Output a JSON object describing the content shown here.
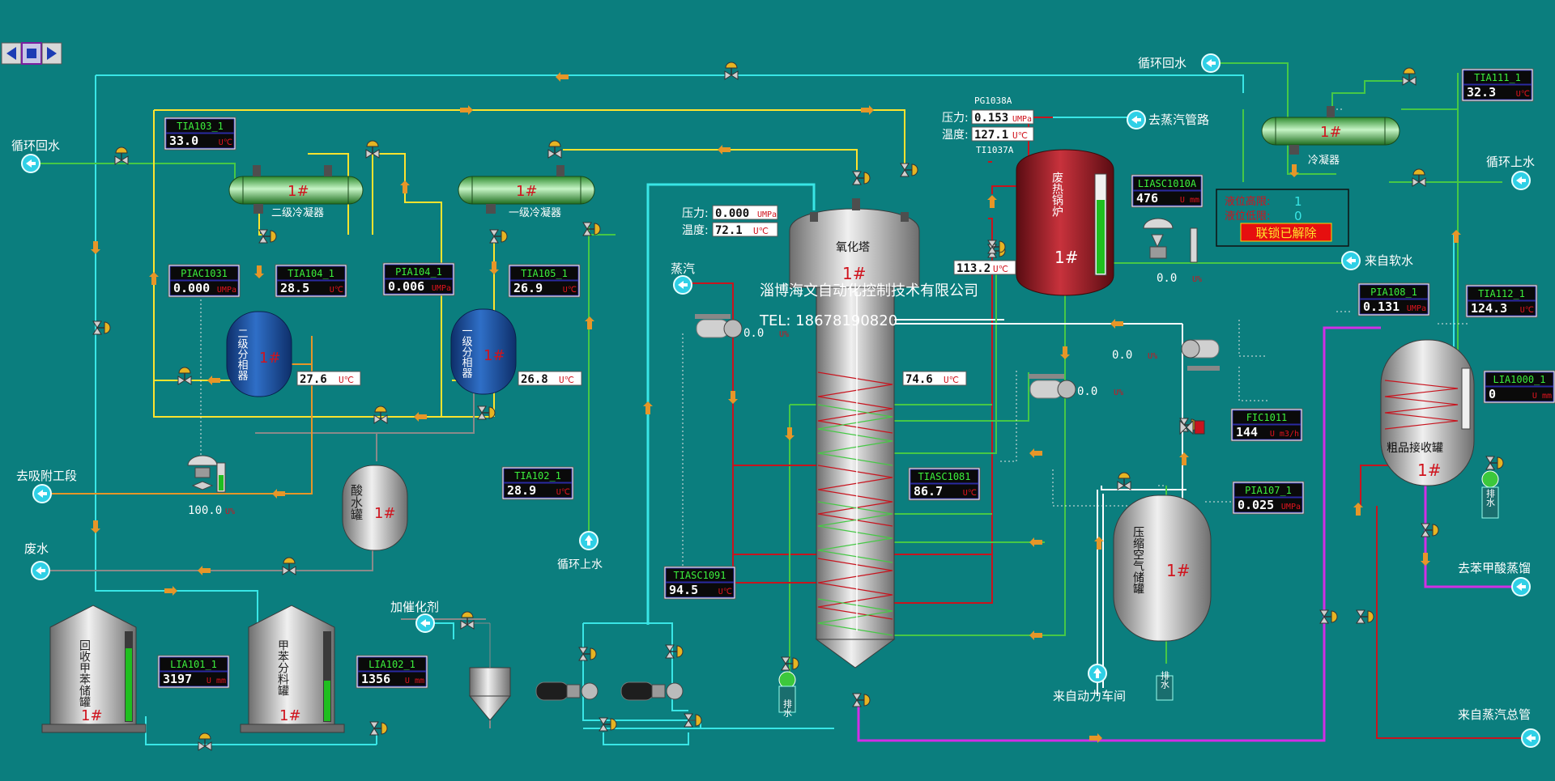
{
  "nav": {
    "prev": "◀",
    "stop": "■",
    "next": "▶"
  },
  "company": {
    "name": "淄博海文自动化控制技术有限公司",
    "tel": "TEL: 18678190820"
  },
  "common": {
    "tag": "1#",
    "unit_c": "U℃",
    "unit_mpa": "UMPa",
    "unit_mm": "U mm",
    "unit_pct": "U%",
    "unit_flow": "U m3/h"
  },
  "streams": {
    "cw_return_left": "循环回水",
    "cw_return_top": "循环回水",
    "cw_supply_mid": "循环上水",
    "cw_supply_right": "循环上水",
    "to_adsorb": "去吸附工段",
    "waste_water": "废水",
    "catalyst": "加催化剂",
    "steam": "蒸汽",
    "to_steam_line": "去蒸汽管路",
    "soft_water": "来自软水",
    "from_power": "来自动力车间",
    "to_benzoic": "去苯甲酸蒸馏",
    "from_steam_main": "来自蒸汽总管"
  },
  "equipment": {
    "secondary_condenser": "二级冷凝器",
    "primary_condenser": "一级冷凝器",
    "secondary_separator": "二级分相器",
    "primary_separator": "一级分相器",
    "acid_tank": "酸水罐",
    "recycled_toluene_tank": "回收甲苯储罐",
    "toluene_feed_tank": "甲苯分料罐",
    "oxidation_tower": "氧化塔",
    "waste_heat_boiler": "废热锅炉",
    "condenser_right": "冷凝器",
    "air_tank": "压缩空气储罐",
    "crude_tank": "粗品接收罐",
    "drain": "排水"
  },
  "boxes": {
    "tia103": {
      "tag": "TIA103_1",
      "value": "33.0"
    },
    "piac1031": {
      "tag": "PIAC1031",
      "value": "0.000"
    },
    "tia104": {
      "tag": "TIA104_1",
      "value": "28.5"
    },
    "pia104": {
      "tag": "PIA104_1",
      "value": "0.006"
    },
    "tia105": {
      "tag": "TIA105_1",
      "value": "26.9"
    },
    "tia102": {
      "tag": "TIA102_1",
      "value": "28.9"
    },
    "liasc1010": {
      "tag": "LIASC1010A",
      "value": "476"
    },
    "tia111": {
      "tag": "TIA111_1",
      "value": "32.3"
    },
    "pia108": {
      "tag": "PIA108_1",
      "value": "0.131"
    },
    "tia112": {
      "tag": "TIA112_1",
      "value": "124.3"
    },
    "lia1000": {
      "tag": "LIA1000_1",
      "value": "0"
    },
    "fic1011": {
      "tag": "FIC1011",
      "value": "144"
    },
    "pia107": {
      "tag": "PIA107_1",
      "value": "0.025"
    },
    "tiasc1081": {
      "tag": "TIASC1081",
      "value": "86.7"
    },
    "tiasc1091": {
      "tag": "TIASC1091",
      "value": "94.5"
    },
    "lia101": {
      "tag": "LIA101_1",
      "value": "3197"
    },
    "lia102": {
      "tag": "LIA102_1",
      "value": "1356"
    }
  },
  "readouts": {
    "sep2_temp": "27.6",
    "sep1_temp": "26.8",
    "tower_mid_temp": "74.6",
    "tower_pressure_label": "压力:",
    "tower_pressure": "0.000",
    "tower_temp_label": "温度:",
    "tower_temp": "72.1",
    "boiler_pressure_tag": "PG1038A",
    "boiler_pressure_label": "压力:",
    "boiler_pressure": "0.153",
    "boiler_temp_label": "温度:",
    "boiler_temp": "127.1",
    "boiler_temp_tag": "TI1037A",
    "boiler_outlet_temp": "113.2",
    "valve_adsorb": "100.0",
    "valve_steam": "0.0",
    "valve_softwater": "0.0",
    "valve_air1": "0.0",
    "valve_air2": "0.0"
  },
  "interlock": {
    "high_label": "液位高限:",
    "high": "1",
    "low_label": "液位低限:",
    "low": "0",
    "status": "联锁已解除"
  },
  "levels": {
    "recycled_toluene": 0.82,
    "toluene_feed": 0.45,
    "boiler": 0.75,
    "adsorb_valve": 0.6
  },
  "colors": {
    "background": "#0b7e7e",
    "cyan": "#39e6e6",
    "yellow": "#ffe32e",
    "red": "#c8141e",
    "green": "#46c846",
    "magenta": "#d22ee6",
    "orange": "#e69628",
    "white": "#f5f5f5"
  }
}
